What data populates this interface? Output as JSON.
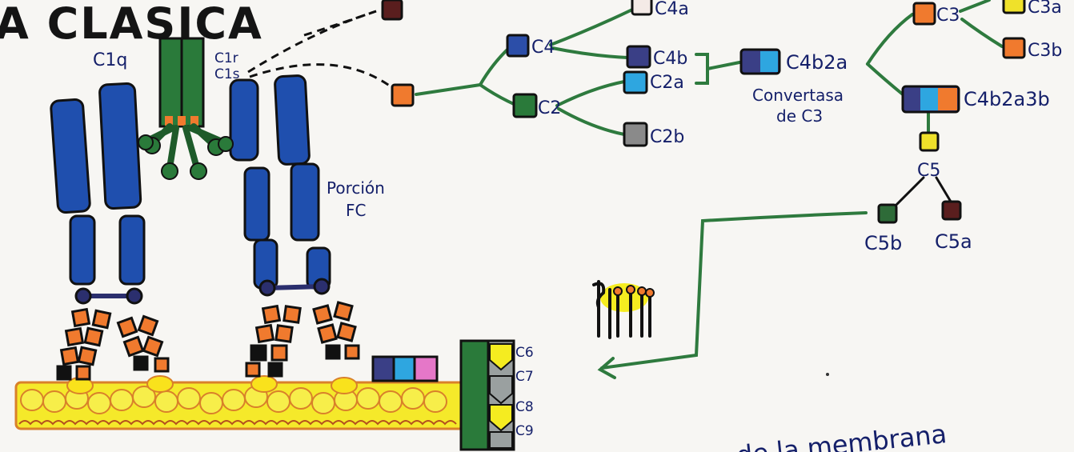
{
  "title": "A CLASICA",
  "labels": {
    "c1q": "C1q",
    "c1r": "C1r",
    "c1s": "C1s",
    "porcion": "Porción",
    "fc": "FC",
    "c4": "C4",
    "c2": "C2",
    "c4a": "C4a",
    "c4b": "C4b",
    "c2a": "C2a",
    "c2b": "C2b",
    "c4b2a": "C4b2a",
    "convertasa": "Convertasa",
    "de_c3": "de C3",
    "c3": "C3",
    "c3a": "C3a",
    "c3b": "C3b",
    "c4b2a3b": "C4b2a3b",
    "c5": "C5",
    "c5b": "C5b",
    "c5a": "C5a",
    "c6": "C6",
    "c7": "C7",
    "c8": "C8",
    "c9": "C9",
    "membrane_note": "de la membrana"
  },
  "colors": {
    "antibody_blue": "#1f4fae",
    "c1q_green": "#2a7a3a",
    "orange": "#f07a2e",
    "line_green": "#2e7a3e",
    "c4_blue": "#2c4ea8",
    "c4b_purple": "#3a3f86",
    "c2a_cyan": "#2ea6e0",
    "c2b_gray": "#8a8a8a",
    "c3a_yellow": "#efe12a",
    "c5a_brown": "#5a1e1e",
    "c5b_green": "#2e6b38",
    "membrane_yellow": "#f5e92a",
    "membrane_orange": "#d9802a",
    "pink": "#e577c8",
    "ink": "#1a1a1a"
  }
}
